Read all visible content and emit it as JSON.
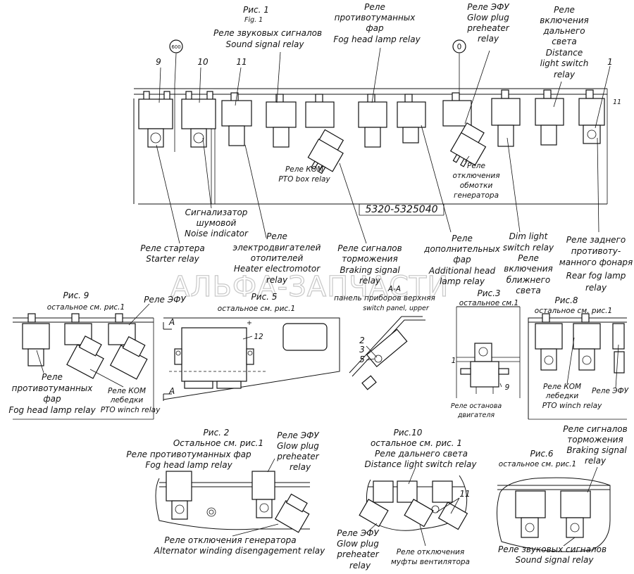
{
  "watermark": "АЛЬФА-ЗАПЧАСТИ",
  "main": {
    "fig_ru": "Рис. 1",
    "fig_en": "Fig. 1",
    "model_code": "5320-5325040",
    "circle_600": "600",
    "circle_0": "0",
    "num_9": "9",
    "num_10": "10",
    "num_11": "11",
    "num_1": "1",
    "num_11b": "11",
    "sound": [
      "Реле звуковых сигналов",
      "Sound signal relay"
    ],
    "fog": [
      "Реле",
      "противотуманных",
      "фар",
      "Fog head lamp relay"
    ],
    "glow": [
      "Реле ЭФУ",
      "Glow plug",
      "preheater",
      "relay"
    ],
    "distance": [
      "Реле",
      "включения",
      "дальнего",
      "света",
      "Distance",
      "light switch",
      "relay"
    ],
    "pto": [
      "Реле КОМ",
      "PTO box relay"
    ],
    "altoff": [
      "Реле",
      "отключения",
      "обмотки",
      "генератора"
    ],
    "noise": [
      "Сигнализатор",
      "шумовой",
      "Noise indicator"
    ],
    "starter": [
      "Реле стартера",
      "Starter relay"
    ],
    "heater": [
      "Реле",
      "электродвигателей",
      "отопителей",
      "Heater electromotor",
      "relay"
    ],
    "braking": [
      "Реле сигналов",
      "торможения",
      "Braking signal",
      "relay"
    ],
    "addhead": [
      "Реле",
      "дополнительных",
      "фар",
      "Additional head",
      "lamp relay"
    ],
    "dim": [
      "Dim light",
      "switch relay",
      "Реле",
      "включения",
      "ближнего",
      "света"
    ],
    "rearfog": [
      "Реле заднего",
      "противоту-",
      "манного фонаря",
      "Rear fog lamp",
      "relay"
    ]
  },
  "fig9": {
    "title": [
      "Рис. 9",
      "остальное см. рис.1"
    ],
    "efu": "Реле ЭФУ",
    "fog": [
      "Реле",
      "противотуманных",
      "фар",
      "Fog head lamp relay"
    ],
    "pto": [
      "Реле КОМ",
      "лебедки",
      "PTO winch relay"
    ]
  },
  "fig5": {
    "title": [
      "Рис. 5",
      "остальное см. рис.1"
    ],
    "label_a": "A",
    "label_a2": "A",
    "num_12": "12"
  },
  "section_aa": {
    "title": "А-А",
    "panel_ru": "панель приборов верхняя",
    "panel_en": "switch panel, upper",
    "nums": [
      "2",
      "3",
      "5"
    ]
  },
  "fig3": {
    "title": [
      "Рис.3",
      "остальное см.1"
    ],
    "num_1": "1",
    "num_9": "9",
    "label": [
      "Реле останова",
      "двигателя"
    ]
  },
  "fig8": {
    "title": [
      "Рис.8",
      "остальное см. рис.1"
    ],
    "pto": [
      "Реле КОМ",
      "лебедки",
      "PTO winch relay"
    ],
    "efu": "Реле ЭФУ"
  },
  "fig2": {
    "title": [
      "Рис. 2",
      "Остальное см. рис.1"
    ],
    "fog": [
      "Реле противотуманных фар",
      "Fog head lamp relay"
    ],
    "glow": [
      "Реле ЭФУ",
      "Glow plug",
      "preheater",
      "relay"
    ],
    "alt": [
      "Реле отключения генератора",
      "Alternator winding disengagement relay"
    ]
  },
  "fig10": {
    "title": [
      "Рис.10",
      "остальное см. рис. 1"
    ],
    "distance": [
      "Реле дальнего света",
      "Distance  light switch  relay"
    ],
    "num_11": "11",
    "glow": [
      "Реле ЭФУ",
      "Glow plug",
      "preheater",
      "relay"
    ],
    "fan": [
      "Реле отключения",
      "муфты вентилятора"
    ]
  },
  "fig6": {
    "title": [
      "Рис.6",
      "остальное см. рис.1"
    ],
    "braking": [
      "Реле сигналов",
      "торможения",
      "Braking signal",
      "relay"
    ],
    "sound": [
      "Реле звуковых сигналов",
      "Sound signal relay"
    ]
  }
}
